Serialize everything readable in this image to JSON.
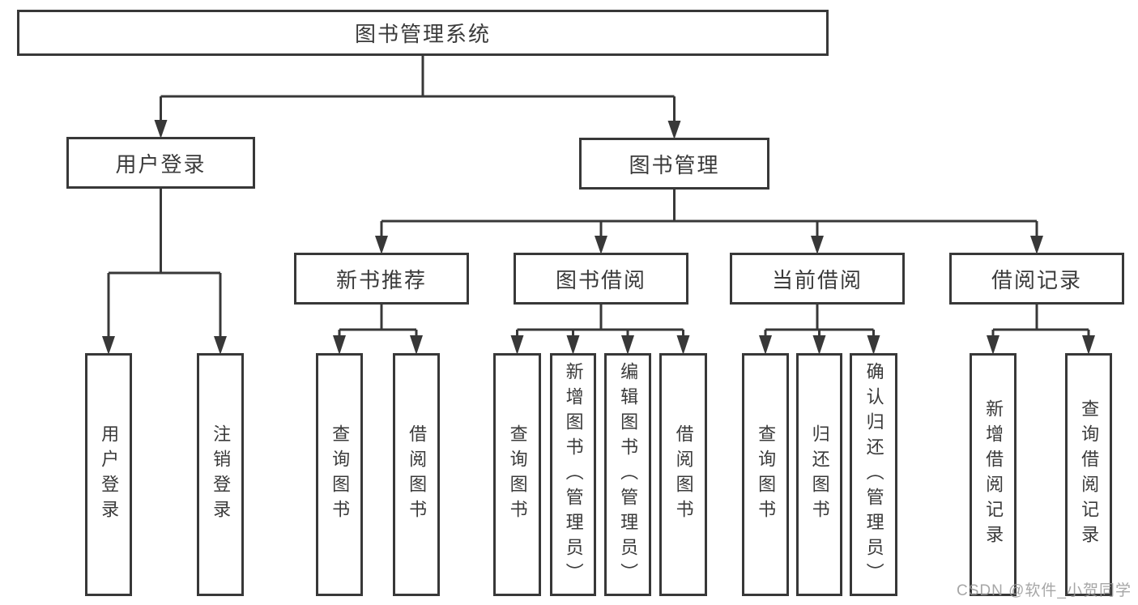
{
  "diagram": {
    "root": {
      "label": "图书管理系统"
    },
    "branches": [
      {
        "label": "用户登录",
        "children": [
          {
            "label": "用户登录"
          },
          {
            "label": "注销登录"
          }
        ]
      },
      {
        "label": "图书管理",
        "children": [
          {
            "label": "新书推荐",
            "children": [
              {
                "label": "查询图书"
              },
              {
                "label": "借阅图书"
              }
            ]
          },
          {
            "label": "图书借阅",
            "children": [
              {
                "label": "查询图书"
              },
              {
                "label": "新增图书（管理员）"
              },
              {
                "label": "编辑图书（管理员）"
              },
              {
                "label": "借阅图书"
              }
            ]
          },
          {
            "label": "当前借阅",
            "children": [
              {
                "label": "查询图书"
              },
              {
                "label": "归还图书"
              },
              {
                "label": "确认归还（管理员）"
              }
            ]
          },
          {
            "label": "借阅记录",
            "children": [
              {
                "label": "新增借阅记录"
              },
              {
                "label": "查询借阅记录"
              }
            ]
          }
        ]
      }
    ]
  },
  "watermark": "CSDN @软件_小贺同学",
  "colors": {
    "line": "#383838",
    "text": "#3a3a3a",
    "watermark": "#969696",
    "background": "#ffffff"
  }
}
